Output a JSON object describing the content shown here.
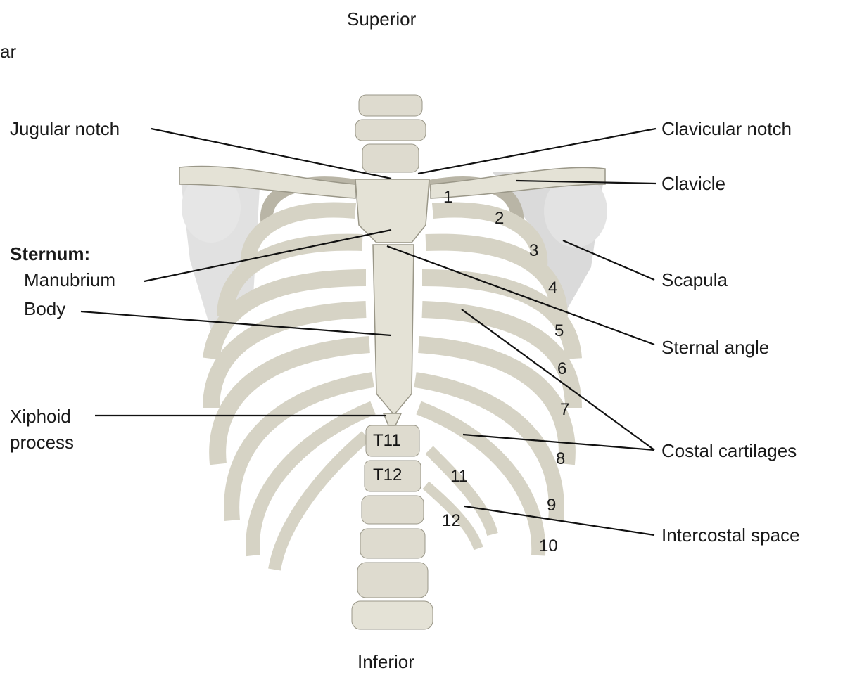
{
  "orientation": {
    "superior": "Superior",
    "inferior": "Inferior",
    "cut_off_left": "ar"
  },
  "labels": {
    "jugular_notch": "Jugular notch",
    "clavicular_notch": "Clavicular notch",
    "clavicle": "Clavicle",
    "sternum_heading": "Sternum:",
    "manubrium": "Manubrium",
    "body": "Body",
    "scapula": "Scapula",
    "sternal_angle": "Sternal angle",
    "xiphoid_line1": "Xiphoid",
    "xiphoid_line2": "process",
    "costal_cartilages": "Costal cartilages",
    "intercostal_space": "Intercostal space"
  },
  "rib_numbers": [
    "1",
    "2",
    "3",
    "4",
    "5",
    "6",
    "7",
    "8",
    "9",
    "10",
    "11",
    "12"
  ],
  "vertebrae": [
    "T11",
    "T12"
  ],
  "colors": {
    "bone": "#e4e2d6",
    "bone_shade": "#c9c6b6",
    "outline": "#8e8b7e",
    "scapula": "#dcdcdc",
    "leader": "#111111"
  }
}
